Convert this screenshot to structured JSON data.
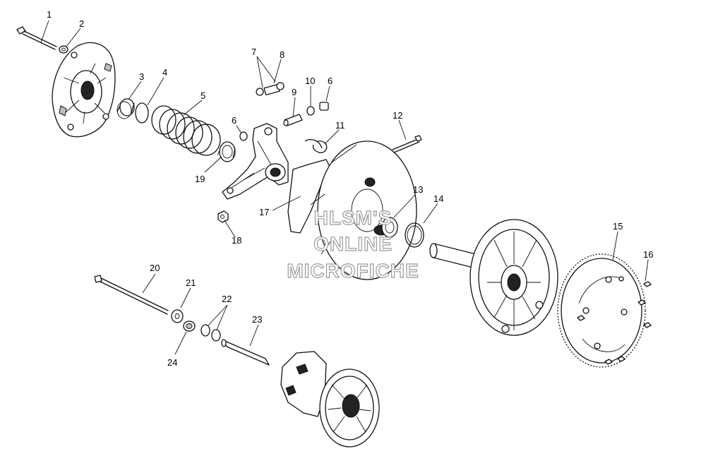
{
  "callouts": [
    "1",
    "2",
    "3",
    "4",
    "5",
    "6",
    "7",
    "8",
    "9",
    "10",
    "6",
    "11",
    "12",
    "13",
    "14",
    "15",
    "16",
    "17",
    "18",
    "19",
    "20",
    "21",
    "22",
    "23",
    "24"
  ],
  "watermark": [
    "HLSM'S",
    "ONLINE",
    "MICROFICHE"
  ]
}
